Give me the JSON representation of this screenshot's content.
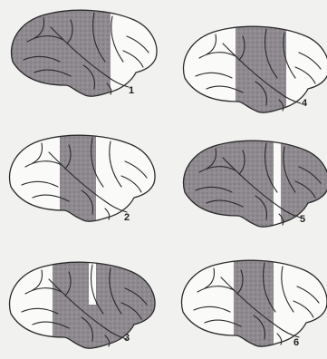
{
  "figure": {
    "panels": [
      {
        "label": "1"
      },
      {
        "label": "4"
      },
      {
        "label": "2"
      },
      {
        "label": "5"
      },
      {
        "label": "3"
      },
      {
        "label": "6"
      }
    ]
  },
  "colors": {
    "background": "#f1f1ef",
    "lesion_fill": "#8e8a90",
    "outline": "#2a2a2a"
  }
}
